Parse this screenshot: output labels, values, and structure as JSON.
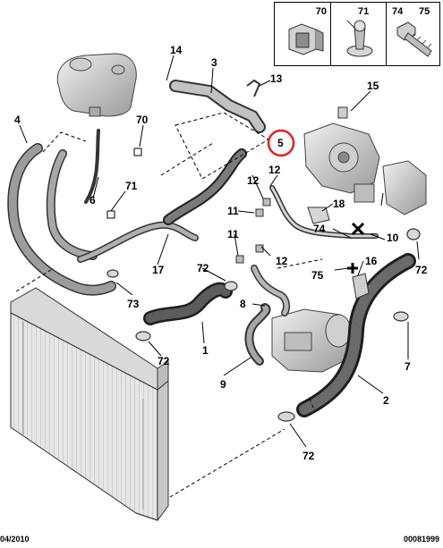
{
  "legend": {
    "cells": [
      {
        "numbers": [
          "70"
        ],
        "icon": "hose-clip-icon"
      },
      {
        "numbers": [
          "71"
        ],
        "icon": "push-clip-icon"
      },
      {
        "numbers": [
          "74",
          "75"
        ],
        "icon": "screw-icon"
      }
    ]
  },
  "callouts": {
    "c1": "1",
    "c2": "2",
    "c3": "3",
    "c4": "4",
    "c5": "5",
    "c6": "6",
    "c7": "7",
    "c8": "8",
    "c9": "9",
    "c10": "10",
    "c11a": "11",
    "c11b": "11",
    "c12a": "12",
    "c12b": "12",
    "c12c": "12",
    "c13": "13",
    "c14": "14",
    "c15": "15",
    "c16": "16",
    "c17": "17",
    "c18": "18",
    "c70": "70",
    "c71": "71",
    "c72a": "72",
    "c72b": "72",
    "c72c": "72",
    "c72d": "72",
    "c73": "73",
    "c74": "74",
    "c75": "75"
  },
  "highlight": {
    "label": "5",
    "color": "#e02020"
  },
  "footer": {
    "date": "04/2010",
    "reference": "00081999"
  }
}
